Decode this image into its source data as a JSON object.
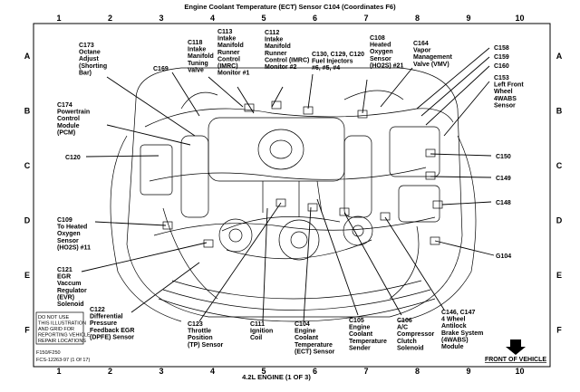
{
  "title": "Engine Coolant Temperature (ECT) Sensor C104 (Coordinates  F6)",
  "footer_title": "4.2L ENGINE (1 OF 3)",
  "grid": {
    "columns": [
      "1",
      "2",
      "3",
      "4",
      "5",
      "6",
      "7",
      "8",
      "9",
      "10"
    ],
    "rows": [
      "A",
      "B",
      "C",
      "D",
      "E",
      "F"
    ]
  },
  "labels": [
    {
      "id": "c173",
      "lines": [
        "C173",
        "Octane",
        "Adjust",
        "(Shorting",
        "Bar)"
      ]
    },
    {
      "id": "c169",
      "lines": [
        "C169"
      ]
    },
    {
      "id": "c118",
      "lines": [
        "C118",
        "Intake",
        "Manifold",
        "Tuning",
        "Valve"
      ]
    },
    {
      "id": "c113",
      "lines": [
        "C113",
        "Intake",
        "Manifold",
        "Runner",
        "Control",
        "(IMRC)",
        "Monitor #1"
      ]
    },
    {
      "id": "c112",
      "lines": [
        "C112",
        "Intake",
        "Manifold",
        "Runner",
        "Control (IMRC)",
        "Monitor #2"
      ]
    },
    {
      "id": "c130",
      "lines": [
        "C130, C129, C120",
        "Fuel Injectors",
        "#6, #5, #4"
      ]
    },
    {
      "id": "c108",
      "lines": [
        "C108",
        "Heated",
        "Oxygen",
        "Sensor",
        "(HO2S) #21"
      ]
    },
    {
      "id": "c164",
      "lines": [
        "C164",
        "Vapor",
        "Management",
        "Valve (VMV)"
      ]
    },
    {
      "id": "c158",
      "lines": [
        "C158"
      ]
    },
    {
      "id": "c159",
      "lines": [
        "C159"
      ]
    },
    {
      "id": "c160",
      "lines": [
        "C160"
      ]
    },
    {
      "id": "c153",
      "lines": [
        "C153",
        "Left Front",
        "Wheel",
        "4WABS",
        "Sensor"
      ]
    },
    {
      "id": "c174",
      "lines": [
        "C174",
        "Powertrain",
        "Control",
        "Module",
        "(PCM)"
      ]
    },
    {
      "id": "c120",
      "lines": [
        "C120"
      ]
    },
    {
      "id": "c150",
      "lines": [
        "C150"
      ]
    },
    {
      "id": "c149",
      "lines": [
        "C149"
      ]
    },
    {
      "id": "c148",
      "lines": [
        "C148"
      ]
    },
    {
      "id": "c109",
      "lines": [
        "C109",
        "To Heated",
        "Oxygen",
        "Sensor",
        "(HO2S) #11"
      ]
    },
    {
      "id": "g104",
      "lines": [
        "G104"
      ]
    },
    {
      "id": "c121",
      "lines": [
        "C121",
        "EGR",
        "Vaccum",
        "Regulator",
        "(EVR)",
        "Solenoid"
      ]
    },
    {
      "id": "c122",
      "lines": [
        "C122",
        "Differential",
        "Pressure",
        "Feedback EGR",
        "(DPFE) Sensor"
      ]
    },
    {
      "id": "c123",
      "lines": [
        "C123",
        "Throttle",
        "Position",
        "(TP) Sensor"
      ]
    },
    {
      "id": "c111",
      "lines": [
        "C111",
        "Ignition",
        "Coil"
      ]
    },
    {
      "id": "c104",
      "lines": [
        "C104",
        "Engine",
        "Coolant",
        "Temperature",
        "(ECT) Sensor"
      ]
    },
    {
      "id": "c105",
      "lines": [
        "C105",
        "Engine",
        "Coolant",
        "Temperature",
        "Sender"
      ]
    },
    {
      "id": "c106",
      "lines": [
        "C106",
        "A/C",
        "Compressor",
        "Clutch",
        "Solenoid"
      ]
    },
    {
      "id": "c146",
      "lines": [
        "C146, C147",
        "4 Wheel",
        "Antilock",
        "Brake System",
        "(4WABS)",
        "Module"
      ]
    }
  ],
  "notice": [
    "DO NOT USE",
    "THIS ILLUSTRATION",
    "AND GRID FOR",
    "REPORTING VEHICLE",
    "REPAIR LOCATIONS"
  ],
  "model": "F150/F250",
  "part_number": "FCS-12263-97 (1 Of 17)",
  "front_of_vehicle": "FRONT OF VEHICLE"
}
